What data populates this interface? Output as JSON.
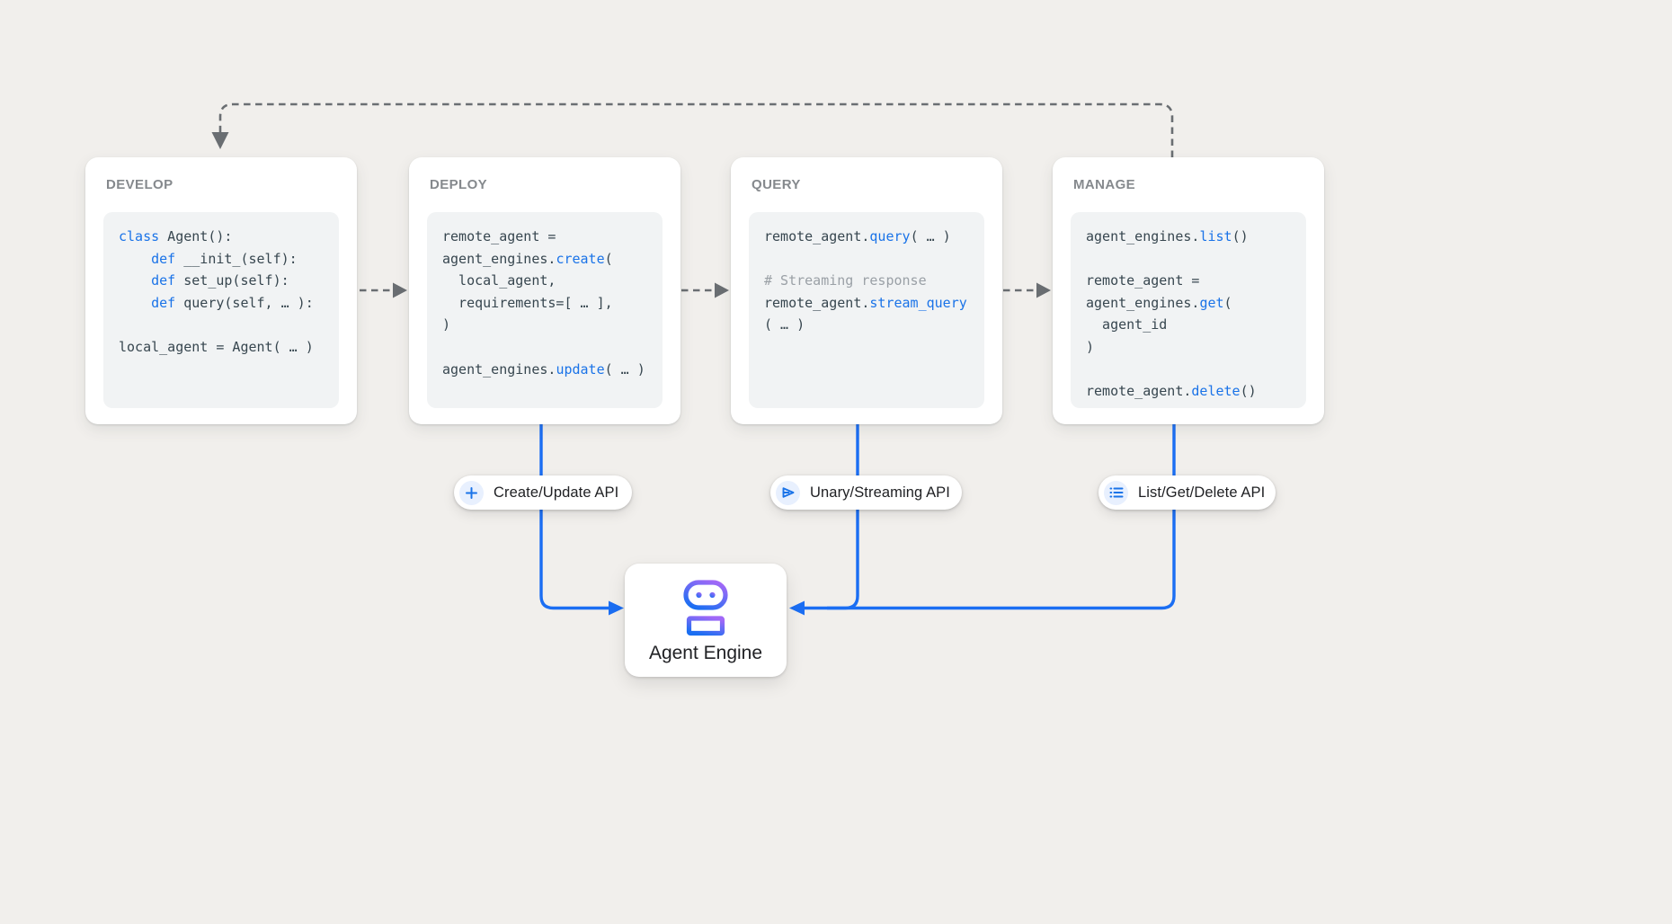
{
  "background": "#f1efec",
  "colors": {
    "keyword_blue": "#1a73e8",
    "code_text": "#37464f",
    "comment_gray": "#9aa0a6",
    "connector_gray": "#6a6e72",
    "connector_blue": "#1b6ef3",
    "panel_title_gray": "#85898d",
    "code_background": "#f1f3f4",
    "pill_icon_background": "#e8f0fe",
    "robot_gradient_purple": "#a168f7",
    "robot_gradient_blue": "#1a6ff2"
  },
  "panels": [
    {
      "title": "DEVELOP",
      "code": [
        [
          {
            "t": "class",
            "c": "kw"
          },
          {
            "t": " Agent():"
          }
        ],
        [
          {
            "t": "    "
          },
          {
            "t": "def",
            "c": "kw"
          },
          {
            "t": " __init_(self):"
          }
        ],
        [
          {
            "t": "    "
          },
          {
            "t": "def",
            "c": "kw"
          },
          {
            "t": " set_up(self):"
          }
        ],
        [
          {
            "t": "    "
          },
          {
            "t": "def",
            "c": "kw"
          },
          {
            "t": " query(self, … ):"
          }
        ],
        [],
        [
          {
            "t": "local_agent = Agent( … )"
          }
        ]
      ]
    },
    {
      "title": "DEPLOY",
      "code": [
        [
          {
            "t": "remote_agent ="
          }
        ],
        [
          {
            "t": "agent_engines."
          },
          {
            "t": "create",
            "c": "kw"
          },
          {
            "t": "("
          }
        ],
        [
          {
            "t": "  local_agent,"
          }
        ],
        [
          {
            "t": "  requirements=[ … ],"
          }
        ],
        [
          {
            "t": ")"
          }
        ],
        [],
        [
          {
            "t": "agent_engines."
          },
          {
            "t": "update",
            "c": "kw"
          },
          {
            "t": "( … )"
          }
        ]
      ]
    },
    {
      "title": "QUERY",
      "code": [
        [
          {
            "t": "remote_agent."
          },
          {
            "t": "query",
            "c": "kw"
          },
          {
            "t": "( … )"
          }
        ],
        [],
        [
          {
            "t": "# Streaming response",
            "c": "cm"
          }
        ],
        [
          {
            "t": "remote_agent."
          },
          {
            "t": "stream_query",
            "c": "kw"
          }
        ],
        [
          {
            "t": "( … )"
          }
        ]
      ]
    },
    {
      "title": "MANAGE",
      "code": [
        [
          {
            "t": "agent_engines."
          },
          {
            "t": "list",
            "c": "kw"
          },
          {
            "t": "()"
          }
        ],
        [],
        [
          {
            "t": "remote_agent ="
          }
        ],
        [
          {
            "t": "agent_engines."
          },
          {
            "t": "get",
            "c": "kw"
          },
          {
            "t": "("
          }
        ],
        [
          {
            "t": "  agent_id"
          }
        ],
        [
          {
            "t": ")"
          }
        ],
        [],
        [
          {
            "t": "remote_agent."
          },
          {
            "t": "delete",
            "c": "kw"
          },
          {
            "t": "()"
          }
        ]
      ]
    }
  ],
  "pills": [
    {
      "label": "Create/Update API",
      "icon": "plus-icon"
    },
    {
      "label": "Unary/Streaming API",
      "icon": "send-icon"
    },
    {
      "label": "List/Get/Delete API",
      "icon": "list-icon"
    }
  ],
  "engine": {
    "label": "Agent Engine",
    "icon": "robot-icon"
  }
}
